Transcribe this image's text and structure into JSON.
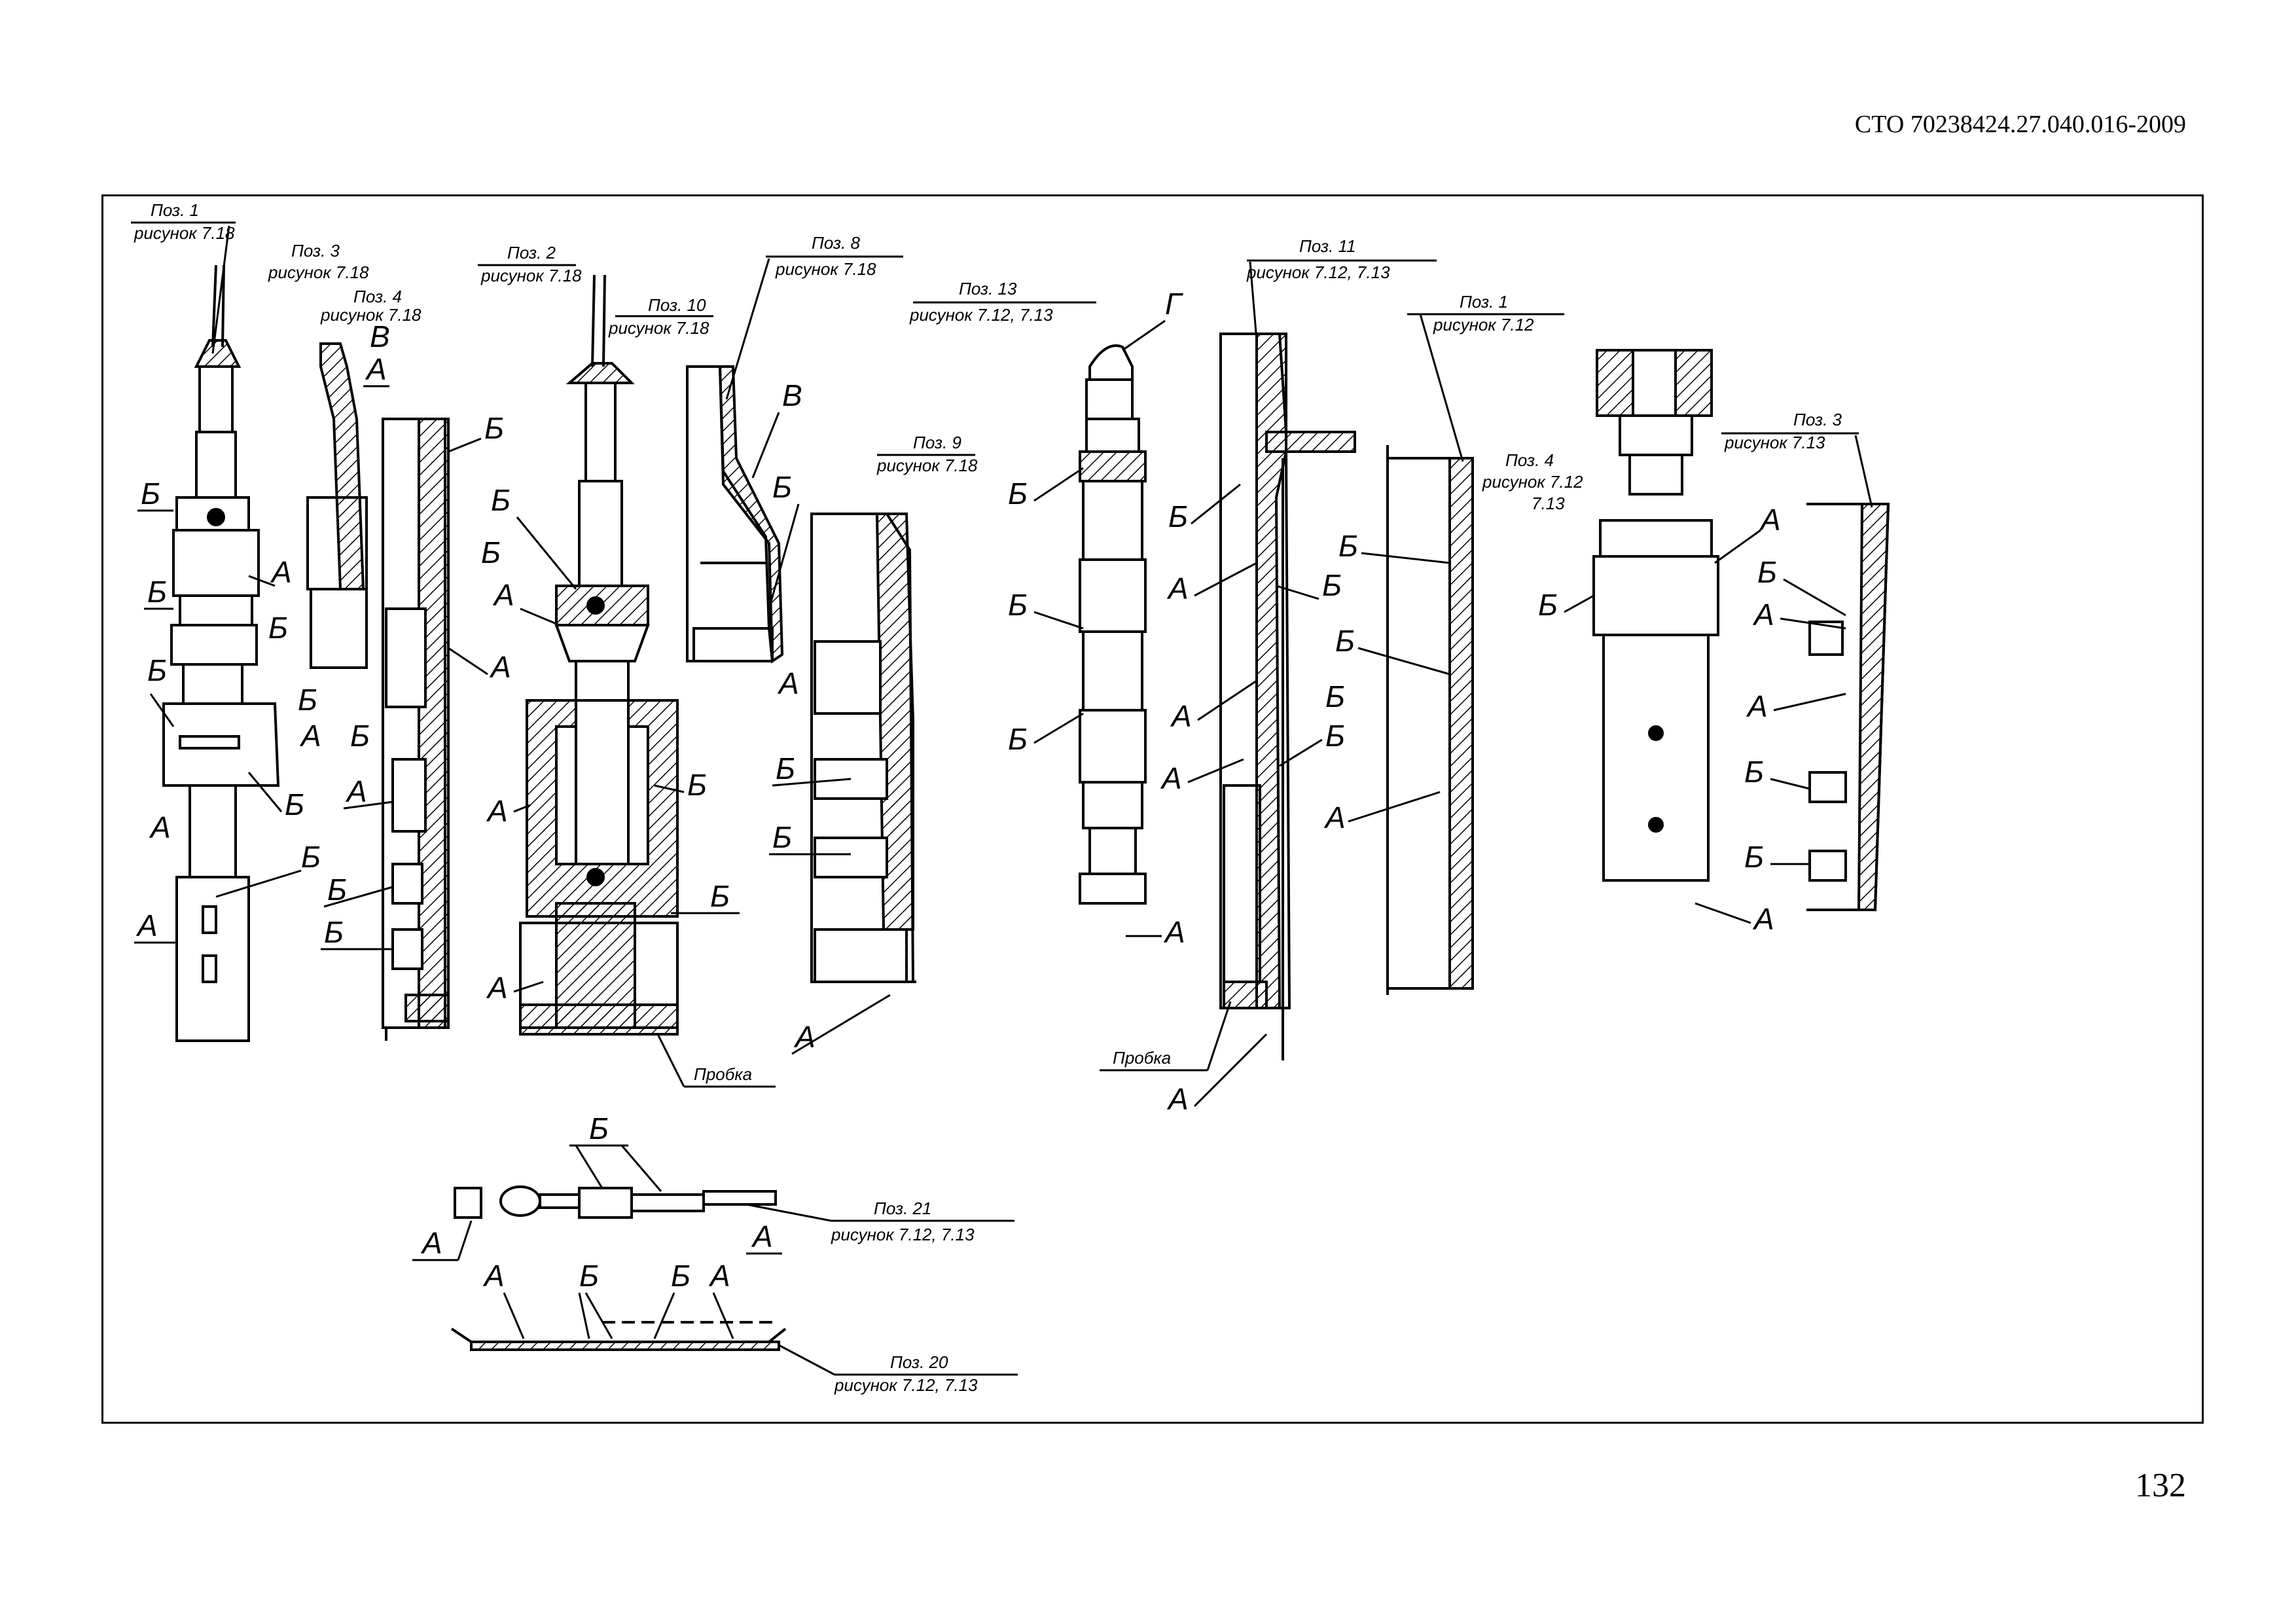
{
  "header": {
    "doc_code": "СТО 70238424.27.040.016-2009"
  },
  "footer": {
    "page_number": "132"
  },
  "callouts": {
    "c1": [
      "Поз. 1",
      "рисунок 7.18"
    ],
    "c2": [
      "Поз. 3",
      "рисунок 7.18"
    ],
    "c3": [
      "Поз. 4",
      "рисунок 7.18"
    ],
    "c4": [
      "Поз. 2",
      "рисунок 7.18"
    ],
    "c5": [
      "Поз. 10",
      "рисунок 7.18"
    ],
    "c6": [
      "Поз. 8",
      "рисунок 7.18"
    ],
    "c7": [
      "Поз. 9",
      "рисунок 7.18"
    ],
    "c8": [
      "Поз. 13",
      "рисунок 7.12, 7.13"
    ],
    "c9": [
      "Поз. 11",
      "рисунок 7.12, 7.13"
    ],
    "c10": [
      "Поз. 1",
      "рисунок 7.12"
    ],
    "c11": [
      "Поз. 4",
      "рисунок 7.12",
      "7.13"
    ],
    "c12": [
      "Поз. 3",
      "рисунок 7.13"
    ],
    "c13": [
      "Поз. 21",
      "рисунок 7.12, 7.13"
    ],
    "c14": [
      "Поз. 20",
      "рисунок 7.12, 7.13"
    ]
  },
  "plug_label": "Пробка",
  "marks": {
    "A": "А",
    "B": "Б",
    "V": "В",
    "G": "Г"
  }
}
